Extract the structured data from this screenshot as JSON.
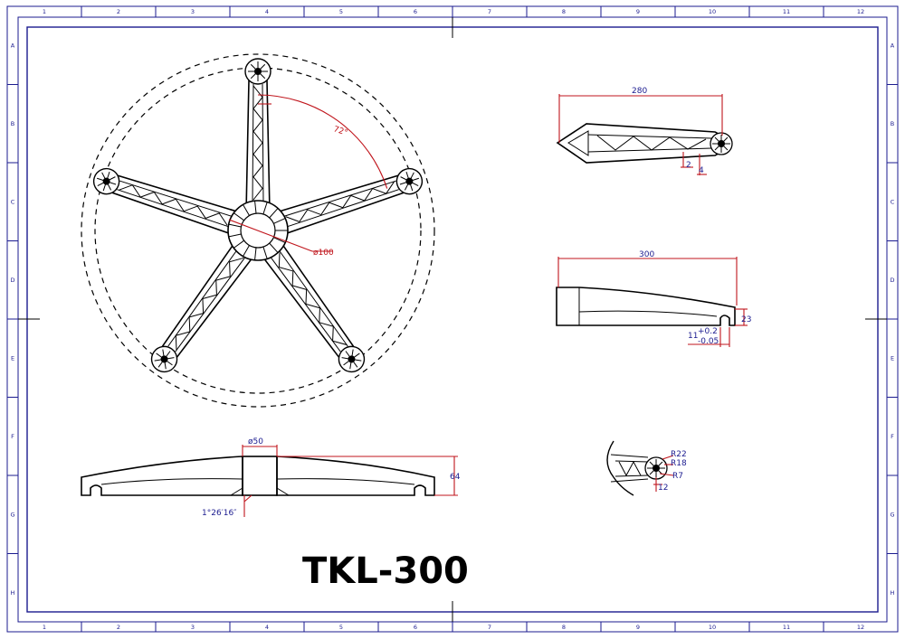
{
  "title": "TKL-300",
  "frame": {
    "columns": [
      "1",
      "2",
      "3",
      "4",
      "5",
      "6",
      "7",
      "8",
      "9",
      "10",
      "11",
      "12"
    ],
    "rows": [
      "A",
      "B",
      "C",
      "D",
      "E",
      "F",
      "G",
      "H"
    ]
  },
  "dimensions": {
    "angle": "72°",
    "hub_diameter": "ø100",
    "arm_length": "280",
    "arm_dim_2": "2",
    "arm_dim_4": "4",
    "base_length": "300",
    "base_height": "23",
    "tolerance_nominal": "11",
    "tolerance_plus": "+0.2",
    "tolerance_minus": "-0.05",
    "socket_diameter": "ø50",
    "total_height": "64",
    "draft_angle": "1°26′16″",
    "r22": "R22",
    "r18": "R18",
    "r7": "R7",
    "detail_12": "12"
  },
  "colors": {
    "frame": "#1b1b8f",
    "dimension": "#1b1b8f",
    "highlight": "#c0151c",
    "outline": "#000000"
  }
}
